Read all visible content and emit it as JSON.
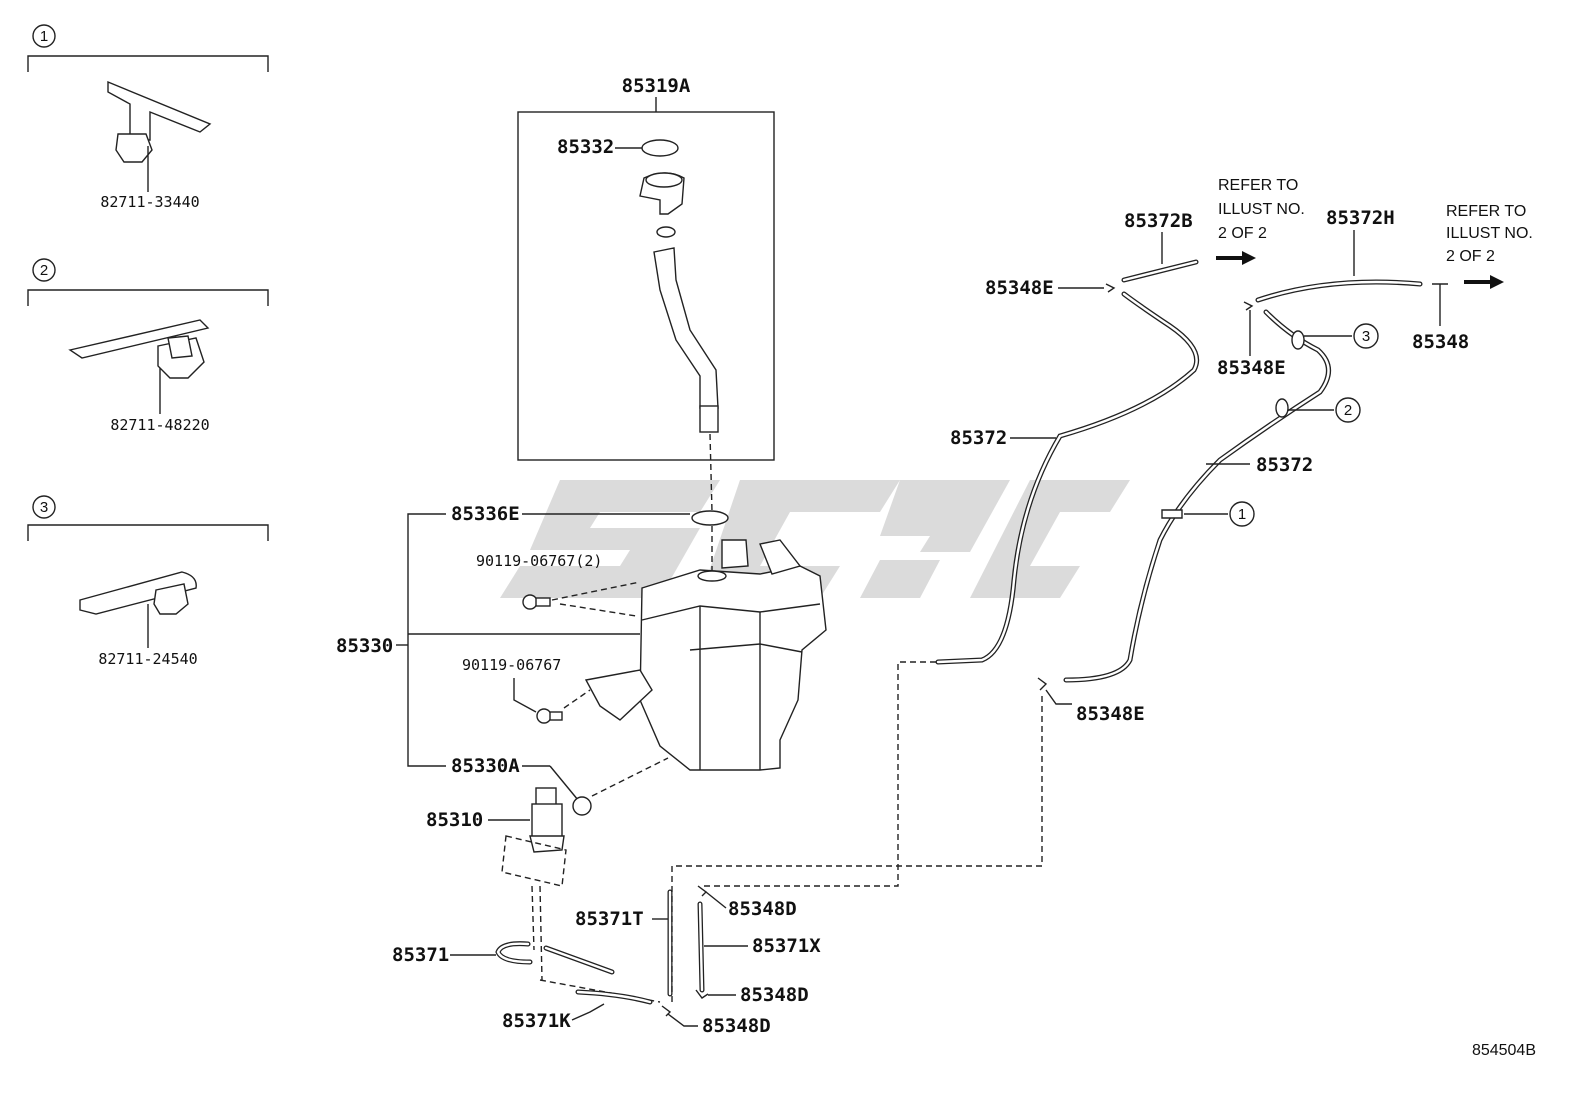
{
  "insets": [
    {
      "number": "1",
      "part": "82711-33440"
    },
    {
      "number": "2",
      "part": "82711-48220"
    },
    {
      "number": "3",
      "part": "82711-24540"
    }
  ],
  "labels": {
    "p85319A": "85319A",
    "p85332": "85332",
    "p85336E": "85336E",
    "p90119_06767_2": "90119-06767(2)",
    "p85330": "85330",
    "p90119_06767": "90119-06767",
    "p85330A": "85330A",
    "p85310": "85310",
    "p85371": "85371",
    "p85371K": "85371K",
    "p85371T": "85371T",
    "p85348D_1": "85348D",
    "p85371X": "85371X",
    "p85348D_2": "85348D",
    "p85348D_3": "85348D",
    "p85372B": "85372B",
    "p85348E_1": "85348E",
    "p85372_1": "85372",
    "p85372H": "85372H",
    "p85348E_2": "85348E",
    "p85348": "85348",
    "p85372_2": "85372",
    "p85348E_3": "85348E"
  },
  "refer_notes": [
    {
      "line1": "REFER TO",
      "line2": "ILLUST NO.",
      "line3": "2 OF 2"
    },
    {
      "line1": "REFER TO",
      "line2": "ILLUST NO.",
      "line3": "2 OF 2"
    }
  ],
  "callouts": {
    "c3": "3",
    "c2": "2",
    "c1": "1"
  },
  "illustration_number": "854504B",
  "watermark_text": "SSGC"
}
